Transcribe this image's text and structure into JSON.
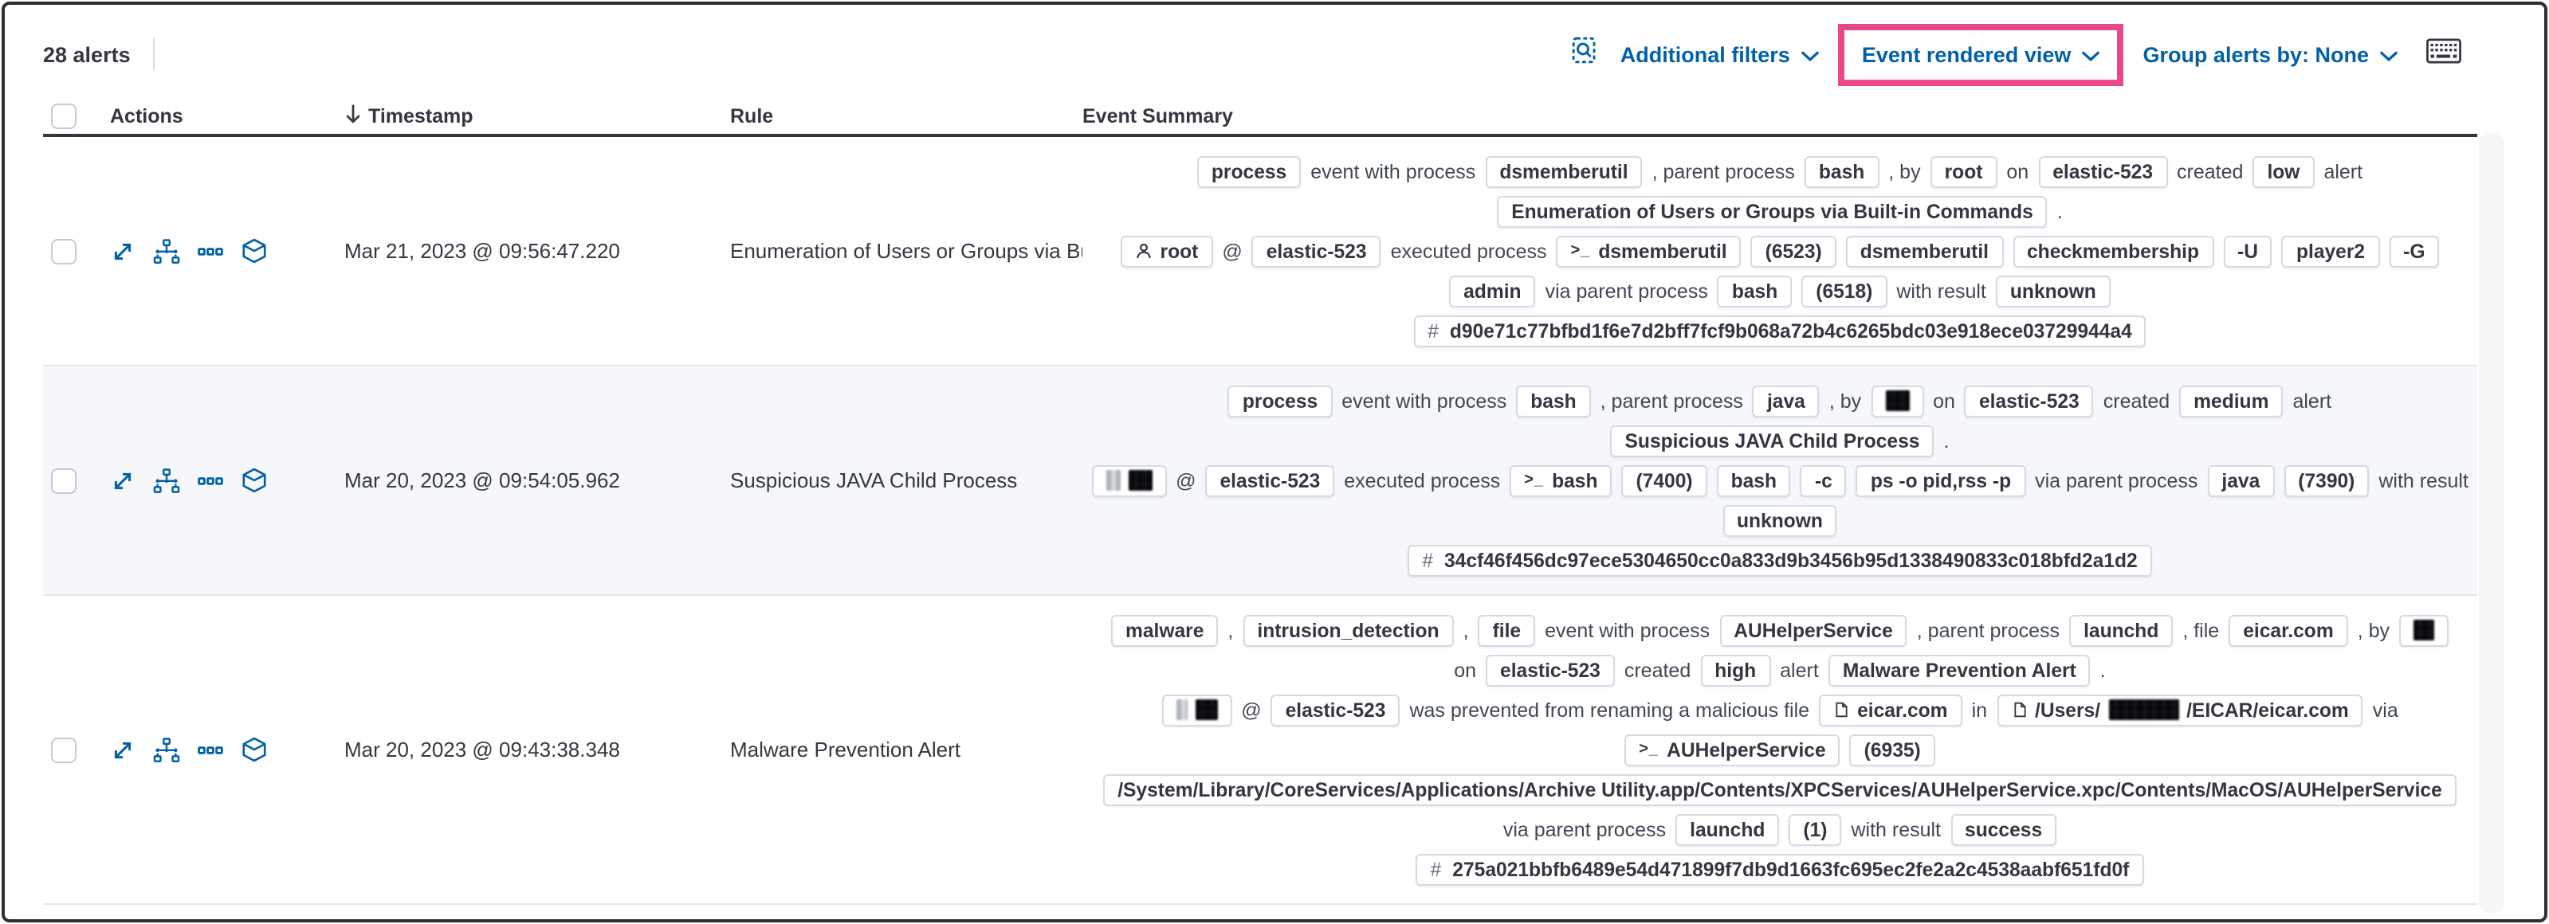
{
  "colors": {
    "blue": "#0061a6",
    "pink": "#e8488b",
    "text": "#343741",
    "shade": "#f5f7fa",
    "line": "#d3dae6"
  },
  "toolbar": {
    "alerts_count": "28 alerts",
    "additional_filters_label": "Additional filters",
    "view_selector_label": "Event rendered view",
    "group_alerts_label": "Group alerts by: None"
  },
  "icons": {
    "inspect": "magnifier-over-document",
    "chevron": "chevron-down",
    "keyboard": "keyboard",
    "actions": [
      "expand",
      "analyzer-tree",
      "more-actions",
      "session-view"
    ],
    "badge_icons": [
      "user",
      "terminal-prompt",
      "file",
      "hash"
    ]
  },
  "table": {
    "headers": {
      "actions": "Actions",
      "timestamp": "Timestamp",
      "rule": "Rule",
      "summary": "Event Summary"
    },
    "rows": [
      {
        "timestamp": "Mar 21, 2023 @ 09:56:47.220",
        "rule": "Enumeration of Users or Groups via Bui",
        "shaded": false,
        "summary": [
          [
            {
              "badge": {
                "parts": [
                  {
                    "text": "process"
                  }
                ]
              }
            },
            {
              "text": "event with process"
            },
            {
              "badge": {
                "parts": [
                  {
                    "text": "dsmemberutil"
                  }
                ]
              }
            },
            {
              "text": ", parent process"
            },
            {
              "badge": {
                "parts": [
                  {
                    "text": "bash"
                  }
                ]
              }
            },
            {
              "text": ", by"
            },
            {
              "badge": {
                "parts": [
                  {
                    "text": "root"
                  }
                ]
              }
            },
            {
              "text": "on"
            },
            {
              "badge": {
                "parts": [
                  {
                    "text": "elastic-523"
                  }
                ]
              }
            },
            {
              "text": "created"
            },
            {
              "badge": {
                "parts": [
                  {
                    "text": "low"
                  }
                ]
              }
            },
            {
              "text": "alert"
            }
          ],
          [
            {
              "badge": {
                "parts": [
                  {
                    "text": "Enumeration of Users or Groups via Built-in Commands"
                  }
                ]
              }
            },
            {
              "text": "."
            }
          ],
          [
            {
              "badge": {
                "icon": "user",
                "parts": [
                  {
                    "text": "root"
                  }
                ]
              }
            },
            {
              "text": "@"
            },
            {
              "badge": {
                "parts": [
                  {
                    "text": "elastic-523"
                  }
                ]
              }
            },
            {
              "text": "executed process"
            },
            {
              "badge": {
                "icon": "terminal",
                "parts": [
                  {
                    "text": "dsmemberutil"
                  }
                ]
              }
            },
            {
              "badge": {
                "parts": [
                  {
                    "text": "(6523)"
                  }
                ]
              }
            },
            {
              "badge": {
                "parts": [
                  {
                    "text": "dsmemberutil"
                  }
                ]
              }
            },
            {
              "badge": {
                "parts": [
                  {
                    "text": "checkmembership"
                  }
                ]
              }
            },
            {
              "badge": {
                "parts": [
                  {
                    "text": "-U"
                  }
                ]
              }
            },
            {
              "badge": {
                "parts": [
                  {
                    "text": "player2"
                  }
                ]
              }
            },
            {
              "badge": {
                "parts": [
                  {
                    "text": "-G"
                  }
                ]
              }
            }
          ],
          [
            {
              "badge": {
                "parts": [
                  {
                    "text": "admin"
                  }
                ]
              }
            },
            {
              "text": "via parent process"
            },
            {
              "badge": {
                "parts": [
                  {
                    "text": "bash"
                  }
                ]
              }
            },
            {
              "badge": {
                "parts": [
                  {
                    "text": "(6518)"
                  }
                ]
              }
            },
            {
              "text": "with result"
            },
            {
              "badge": {
                "parts": [
                  {
                    "text": "unknown"
                  }
                ]
              }
            }
          ],
          [
            {
              "badge": {
                "icon": "hash",
                "parts": [
                  {
                    "text": "d90e71c77bfbd1f6e7d2bff7fcf9b068a72b4c6265bdc03e918ece03729944a4"
                  }
                ]
              }
            }
          ]
        ]
      },
      {
        "timestamp": "Mar 20, 2023 @ 09:54:05.962",
        "rule": "Suspicious JAVA Child Process",
        "shaded": true,
        "summary": [
          [
            {
              "badge": {
                "parts": [
                  {
                    "text": "process"
                  }
                ]
              }
            },
            {
              "text": "event with process"
            },
            {
              "badge": {
                "parts": [
                  {
                    "text": "bash"
                  }
                ]
              }
            },
            {
              "text": ", parent process"
            },
            {
              "badge": {
                "parts": [
                  {
                    "text": "java"
                  }
                ]
              }
            },
            {
              "text": ", by"
            },
            {
              "badge": {
                "parts": [
                  {
                    "redact": 15
                  }
                ]
              }
            },
            {
              "text": "on"
            },
            {
              "badge": {
                "parts": [
                  {
                    "text": "elastic-523"
                  }
                ]
              }
            },
            {
              "text": "created"
            },
            {
              "badge": {
                "parts": [
                  {
                    "text": "medium"
                  }
                ]
              }
            },
            {
              "text": "alert"
            }
          ],
          [
            {
              "badge": {
                "parts": [
                  {
                    "text": "Suspicious JAVA Child Process"
                  }
                ]
              }
            },
            {
              "text": "."
            }
          ],
          [
            {
              "badge": {
                "parts": [
                  {
                    "redact": 9,
                    "tone": "light"
                  },
                  {
                    "redact": 15
                  }
                ]
              }
            },
            {
              "text": "@"
            },
            {
              "badge": {
                "parts": [
                  {
                    "text": "elastic-523"
                  }
                ]
              }
            },
            {
              "text": "executed process"
            },
            {
              "badge": {
                "icon": "terminal",
                "parts": [
                  {
                    "text": "bash"
                  }
                ]
              }
            },
            {
              "badge": {
                "parts": [
                  {
                    "text": "(7400)"
                  }
                ]
              }
            },
            {
              "badge": {
                "parts": [
                  {
                    "text": "bash"
                  }
                ]
              }
            },
            {
              "badge": {
                "parts": [
                  {
                    "text": "-c"
                  }
                ]
              }
            },
            {
              "badge": {
                "parts": [
                  {
                    "text": "ps -o pid,rss -p"
                  }
                ]
              }
            },
            {
              "text": "via parent process"
            },
            {
              "badge": {
                "parts": [
                  {
                    "text": "java"
                  }
                ]
              }
            },
            {
              "badge": {
                "parts": [
                  {
                    "text": "(7390)"
                  }
                ]
              }
            },
            {
              "text": "with result"
            }
          ],
          [
            {
              "badge": {
                "parts": [
                  {
                    "text": "unknown"
                  }
                ]
              }
            }
          ],
          [
            {
              "badge": {
                "icon": "hash",
                "parts": [
                  {
                    "text": "34cf46f456dc97ece5304650cc0a833d9b3456b95d1338490833c018bfd2a1d2"
                  }
                ]
              }
            }
          ]
        ]
      },
      {
        "timestamp": "Mar 20, 2023 @ 09:43:38.348",
        "rule": "Malware Prevention Alert",
        "shaded": false,
        "summary": [
          [
            {
              "badge": {
                "parts": [
                  {
                    "text": "malware"
                  }
                ]
              }
            },
            {
              "text": ","
            },
            {
              "badge": {
                "parts": [
                  {
                    "text": "intrusion_detection"
                  }
                ]
              }
            },
            {
              "text": ","
            },
            {
              "badge": {
                "parts": [
                  {
                    "text": "file"
                  }
                ]
              }
            },
            {
              "text": "event with process"
            },
            {
              "badge": {
                "parts": [
                  {
                    "text": "AUHelperService"
                  }
                ]
              }
            },
            {
              "text": ", parent process"
            },
            {
              "badge": {
                "parts": [
                  {
                    "text": "launchd"
                  }
                ]
              }
            },
            {
              "text": ", file"
            },
            {
              "badge": {
                "parts": [
                  {
                    "text": "eicar.com"
                  }
                ]
              }
            },
            {
              "text": ", by"
            },
            {
              "badge": {
                "parts": [
                  {
                    "redact": 13
                  }
                ]
              }
            }
          ],
          [
            {
              "text": "on"
            },
            {
              "badge": {
                "parts": [
                  {
                    "text": "elastic-523"
                  }
                ]
              }
            },
            {
              "text": "created"
            },
            {
              "badge": {
                "parts": [
                  {
                    "text": "high"
                  }
                ]
              }
            },
            {
              "text": "alert"
            },
            {
              "badge": {
                "parts": [
                  {
                    "text": "Malware Prevention Alert"
                  }
                ]
              }
            },
            {
              "text": "."
            }
          ],
          [
            {
              "badge": {
                "parts": [
                  {
                    "redact": 7,
                    "tone": "light"
                  },
                  {
                    "redact": 14
                  }
                ]
              }
            },
            {
              "text": "@"
            },
            {
              "badge": {
                "parts": [
                  {
                    "text": "elastic-523"
                  }
                ]
              }
            },
            {
              "text": "was prevented from renaming a malicious file"
            },
            {
              "badge": {
                "icon": "file",
                "parts": [
                  {
                    "text": "eicar.com"
                  }
                ]
              }
            },
            {
              "text": "in"
            },
            {
              "badge": {
                "icon": "file",
                "parts": [
                  {
                    "text": "/Users/"
                  },
                  {
                    "redact": 44
                  },
                  {
                    "text": "/EICAR/eicar.com"
                  }
                ]
              }
            },
            {
              "text": "via"
            }
          ],
          [
            {
              "badge": {
                "icon": "terminal",
                "parts": [
                  {
                    "text": "AUHelperService"
                  }
                ]
              }
            },
            {
              "badge": {
                "parts": [
                  {
                    "text": "(6935)"
                  }
                ]
              }
            }
          ],
          [
            {
              "badge": {
                "parts": [
                  {
                    "text": "/System/Library/CoreServices/Applications/Archive Utility.app/Contents/XPCServices/AUHelperService.xpc/Contents/MacOS/AUHelperService"
                  }
                ]
              }
            }
          ],
          [
            {
              "text": "via parent process"
            },
            {
              "badge": {
                "parts": [
                  {
                    "text": "launchd"
                  }
                ]
              }
            },
            {
              "badge": {
                "parts": [
                  {
                    "text": "(1)"
                  }
                ]
              }
            },
            {
              "text": "with result"
            },
            {
              "badge": {
                "parts": [
                  {
                    "text": "success"
                  }
                ]
              }
            }
          ],
          [
            {
              "badge": {
                "icon": "hash",
                "parts": [
                  {
                    "text": "275a021bbfb6489e54d471899f7db9d1663fc695ec2fe2a2c4538aabf651fd0f"
                  }
                ]
              }
            }
          ]
        ]
      }
    ]
  }
}
